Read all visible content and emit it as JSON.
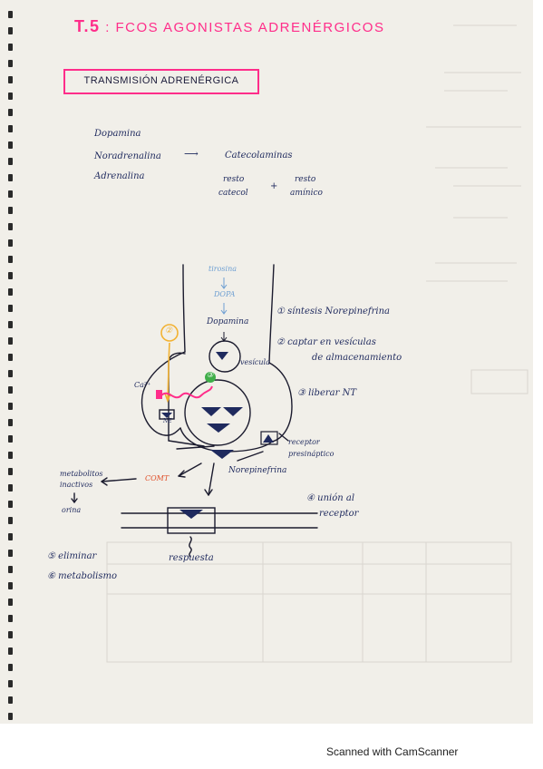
{
  "title": {
    "number": "T.5",
    "text": ": FCOS AGONISTAS ADRENÉRGICOS"
  },
  "section": "TRANSMISIÓN ADRENÉRGICA",
  "catecholamines": {
    "list": [
      "Dopamina",
      "Noradrenalina",
      "Adrenalina"
    ],
    "group_label": "Catecolaminas",
    "arrow": "⟶",
    "part_a": [
      "resto",
      "catecol"
    ],
    "plus": "+",
    "part_b": [
      "resto",
      "amínico"
    ]
  },
  "synthesis": {
    "tyrosine": "tirosina",
    "dopa": "DOPA",
    "dopamine": "Dopamina",
    "vesicle": "vesícula",
    "calcium": "Ca²⁺",
    "ne_box": "NE",
    "step2_mark": "②",
    "step3_mark": "③",
    "receptor_pre": [
      "receptor",
      "presináptico"
    ],
    "norepi": "Norepinefrina",
    "comt": "COMT",
    "metabolites": [
      "metabolitos",
      "inactivos"
    ],
    "urine": "orina",
    "response": "respuesta"
  },
  "steps": [
    {
      "n": "①",
      "text": "síntesis Norepinefrina"
    },
    {
      "n": "②",
      "text": "captar en vesículas",
      "text2": "de almacenamiento"
    },
    {
      "n": "③",
      "text": "liberar NT"
    },
    {
      "n": "④",
      "text": "unión al",
      "text2": "receptor"
    },
    {
      "n": "⑤",
      "text": "eliminar"
    },
    {
      "n": "⑥",
      "text": "metabolismo"
    }
  ],
  "footer": "Scanned with CamScanner",
  "colors": {
    "pink": "#ff2d8a",
    "navy": "#1f2a5e",
    "blue": "#6e9fd2",
    "orange": "#f2b233",
    "green": "#3fae49",
    "red": "#e0502a"
  }
}
